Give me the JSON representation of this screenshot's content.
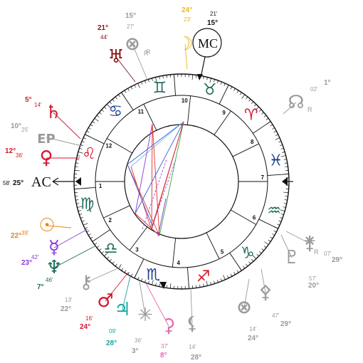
{
  "angles": {
    "ac": "AC",
    "mc": "MC",
    "ac_deg": "25°",
    "ac_min": "58'",
    "mc_deg": "15°",
    "mc_min": "21'"
  },
  "houses": [
    "1",
    "2",
    "3",
    "4",
    "5",
    "6",
    "7",
    "8",
    "9",
    "10",
    "11",
    "12"
  ],
  "signs": [
    {
      "name": "aries",
      "glyph": "♈︎",
      "color": "#d3172b"
    },
    {
      "name": "taurus",
      "glyph": "♉︎",
      "color": "#1f6b5c"
    },
    {
      "name": "gemini",
      "glyph": "♊︎",
      "color": "#1f6b5c"
    },
    {
      "name": "cancer",
      "glyph": "♋︎",
      "color": "#1a3e8a"
    },
    {
      "name": "leo",
      "glyph": "♌︎",
      "color": "#d3172b"
    },
    {
      "name": "virgo",
      "glyph": "♍︎",
      "color": "#1f6b5c"
    },
    {
      "name": "libra",
      "glyph": "♎︎",
      "color": "#1f6b5c"
    },
    {
      "name": "scorpio",
      "glyph": "♏︎",
      "color": "#1a3e8a"
    },
    {
      "name": "sagittarius",
      "glyph": "♐︎",
      "color": "#d3172b"
    },
    {
      "name": "capricorn",
      "glyph": "♑︎",
      "color": "#1f6b5c"
    },
    {
      "name": "aquarius",
      "glyph": "♒︎",
      "color": "#1f6b5c"
    },
    {
      "name": "pisces",
      "glyph": "♓︎",
      "color": "#1a3e8a"
    }
  ],
  "planets": [
    {
      "name": "moon",
      "glyph": "☽",
      "deg": "24°",
      "min": "23'",
      "color": "#e8b81a"
    },
    {
      "name": "uranus",
      "glyph": "♅",
      "deg": "21°",
      "min": "44'",
      "color": "#8b1212"
    },
    {
      "name": "pars-fortuna",
      "glyph": "⊗",
      "deg": "15°",
      "min": "27'",
      "color": "#9a9a9a"
    },
    {
      "name": "saturn",
      "glyph": "♄",
      "deg": "5°",
      "min": "14'",
      "color": "#d3172b"
    },
    {
      "name": "east-point",
      "glyph": "EP",
      "deg": "10°",
      "min": "25'",
      "color": "#9a9a9a"
    },
    {
      "name": "venus",
      "glyph": "♀",
      "deg": "12°",
      "min": "36'",
      "color": "#d3172b"
    },
    {
      "name": "sun",
      "glyph": "☉",
      "deg": "22°",
      "min": "39'",
      "color": "#e8870f"
    },
    {
      "name": "mercury",
      "glyph": "☿",
      "deg": "23°",
      "min": "42'",
      "color": "#8a3ad6"
    },
    {
      "name": "neptune",
      "glyph": "♆",
      "deg": "7°",
      "min": "46'",
      "color": "#1f6b5c"
    },
    {
      "name": "chiron",
      "glyph": "⚷",
      "deg": "22°",
      "min": "13'",
      "color": "#9a9a9a"
    },
    {
      "name": "mars",
      "glyph": "♂",
      "deg": "24°",
      "min": "16'",
      "color": "#d3172b"
    },
    {
      "name": "jupiter",
      "glyph": "♃",
      "deg": "28°",
      "min": "09'",
      "color": "#19a7a0"
    },
    {
      "name": "vesta",
      "glyph": "✳",
      "deg": "3°",
      "min": "36'",
      "color": "#9a9a9a"
    },
    {
      "name": "ceres",
      "glyph": "⚳",
      "deg": "8°",
      "min": "37'",
      "color": "#e36ab3"
    },
    {
      "name": "lilith",
      "glyph": "⚸",
      "deg": "28°",
      "min": "14'",
      "color": "#9a9a9a"
    },
    {
      "name": "vertex",
      "glyph": "⊗",
      "deg": "24°",
      "min": "14'",
      "color": "#9a9a9a"
    },
    {
      "name": "pallas",
      "glyph": "⚴",
      "deg": "29°",
      "min": "47'",
      "color": "#9a9a9a"
    },
    {
      "name": "pluto",
      "glyph": "♇",
      "deg": "20°",
      "min": "57'",
      "color": "#9a9a9a"
    },
    {
      "name": "juno",
      "glyph": "⚵",
      "deg": "29°",
      "min": "07'",
      "color": "#9a9a9a"
    },
    {
      "name": "node",
      "glyph": "☊",
      "deg": "1°",
      "min": "02'",
      "color": "#9a9a9a"
    }
  ],
  "retro_mark": "R"
}
